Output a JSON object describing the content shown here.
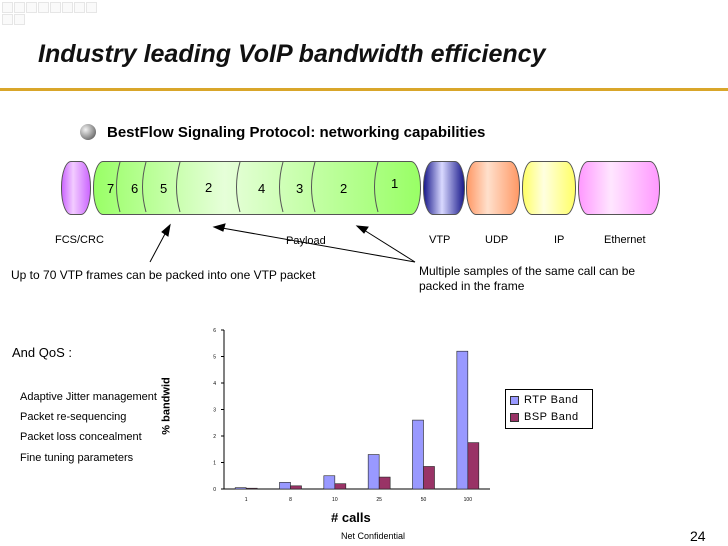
{
  "slide": {
    "title": "Industry leading VoIP bandwidth efficiency",
    "subtitle": "BestFlow Signaling Protocol: networking capabilities",
    "footer": "Net Confidential",
    "page_number": "24",
    "accent_color": "#d9a62a"
  },
  "frame": {
    "payload_numbers": [
      "7",
      "6",
      "5",
      "2",
      "4",
      "3",
      "2",
      "1"
    ],
    "labels": [
      "FCS/CRC",
      "Payload",
      "VTP",
      "UDP",
      "IP",
      "Ethernet"
    ],
    "colors": {
      "fcs": "#cc66ff",
      "payload": "#99ff66",
      "vtp": "#1a1a8c",
      "udp": "#ff9966",
      "ip": "#ffff66",
      "ethernet": "#ff99ff"
    }
  },
  "notes": {
    "packing": "Up to 70 VTP frames can be packed into one VTP packet",
    "samples_line1": "Multiple samples of the same call can be",
    "samples_line2": "packed in the frame"
  },
  "qos": {
    "title": "And QoS :",
    "items": [
      "Adaptive Jitter management",
      "Packet re-sequencing",
      "Packet loss concealment",
      "Fine tuning parameters"
    ]
  },
  "chart_data": {
    "type": "bar",
    "categories": [
      "1",
      "8",
      "10",
      "25",
      "50",
      "100"
    ],
    "series": [
      {
        "name": "RTP Band",
        "values": [
          0.05,
          0.25,
          0.5,
          1.3,
          2.6,
          5.2
        ],
        "color": "#9999ff"
      },
      {
        "name": "BSP Band",
        "values": [
          0.03,
          0.12,
          0.2,
          0.45,
          0.85,
          1.75
        ],
        "color": "#993366"
      }
    ],
    "xlabel": "# calls",
    "ylabel": "% bandwid",
    "ylim": [
      0,
      6
    ],
    "yticks": [
      0,
      1,
      2,
      3,
      4,
      5,
      6
    ],
    "legend": "right"
  }
}
